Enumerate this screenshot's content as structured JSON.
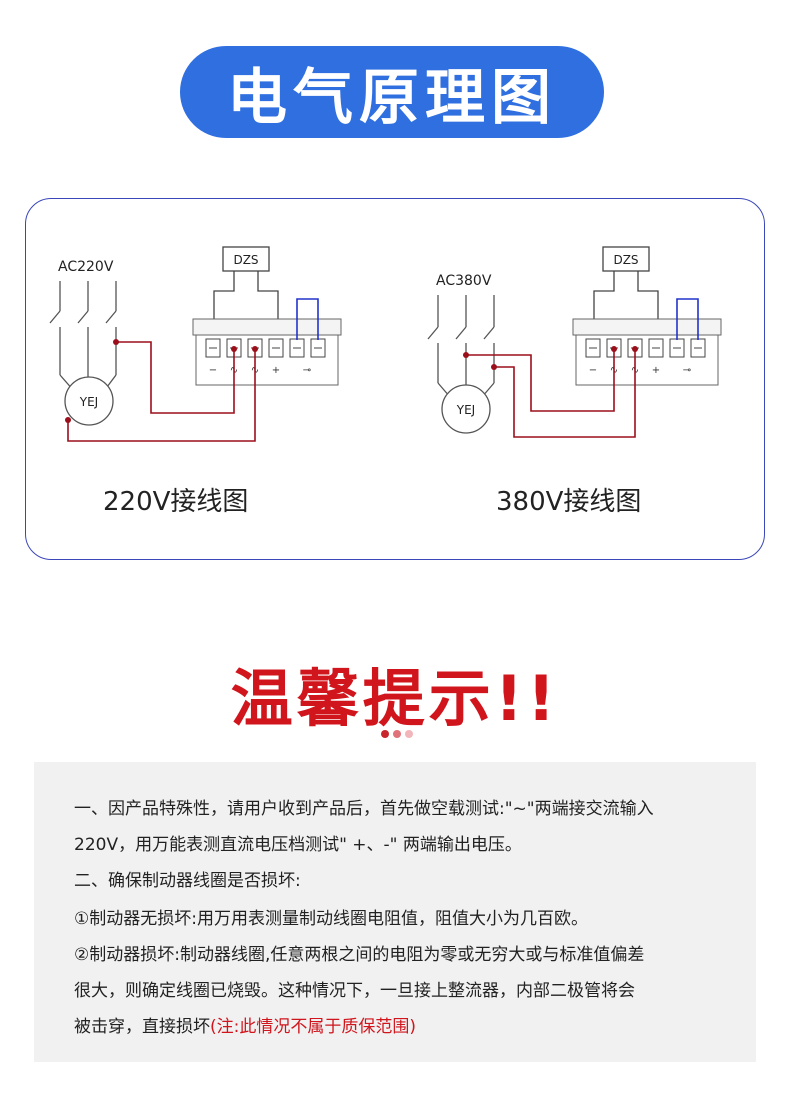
{
  "header": {
    "title": "电气原理图"
  },
  "diagram_220": {
    "supply_label": "AC220V",
    "motor_label": "YEJ",
    "module_label": "DZS",
    "terminal_labels": [
      "−",
      "∿",
      "∿",
      "+",
      "⊸"
    ],
    "caption": "220V接线图"
  },
  "diagram_380": {
    "supply_label": "AC380V",
    "motor_label": "YEJ",
    "module_label": "DZS",
    "terminal_labels": [
      "−",
      "∿",
      "∿",
      "+",
      "⊸"
    ],
    "caption": "380V接线图"
  },
  "tips": {
    "title": "温馨提示!!",
    "dot_colors": [
      "#c8262c",
      "#e0737a",
      "#f2b6ba"
    ],
    "lines": [
      "一、因产品特殊性，请用户收到产品后，首先做空载测试:\"~\"两端接交流输入",
      "220V，用万能表测直流电压档测试\" +、-\" 两端输出电压。",
      "二、确保制动器线圈是否损坏:",
      "①制动器无损坏:用万用表测量制动线圈电阻值，阻值大小为几百欧。",
      "②制动器损坏:制动器线圈,任意两根之间的电阻为零或无穷大或与标准值偏差",
      "很大，则确定线圈已烧毁。这种情况下，一旦接上整流器，内部二极管将会"
    ],
    "last_line_prefix": "被击穿，直接损坏",
    "last_line_note": "(注:此情况不属于质保范围)"
  },
  "colors": {
    "title_bg": "#2f6fe0",
    "panel_border": "#3b47b8",
    "wire_red": "#9b0f1a",
    "wire_blue": "#2233cc",
    "tip_red": "#d0151d"
  }
}
